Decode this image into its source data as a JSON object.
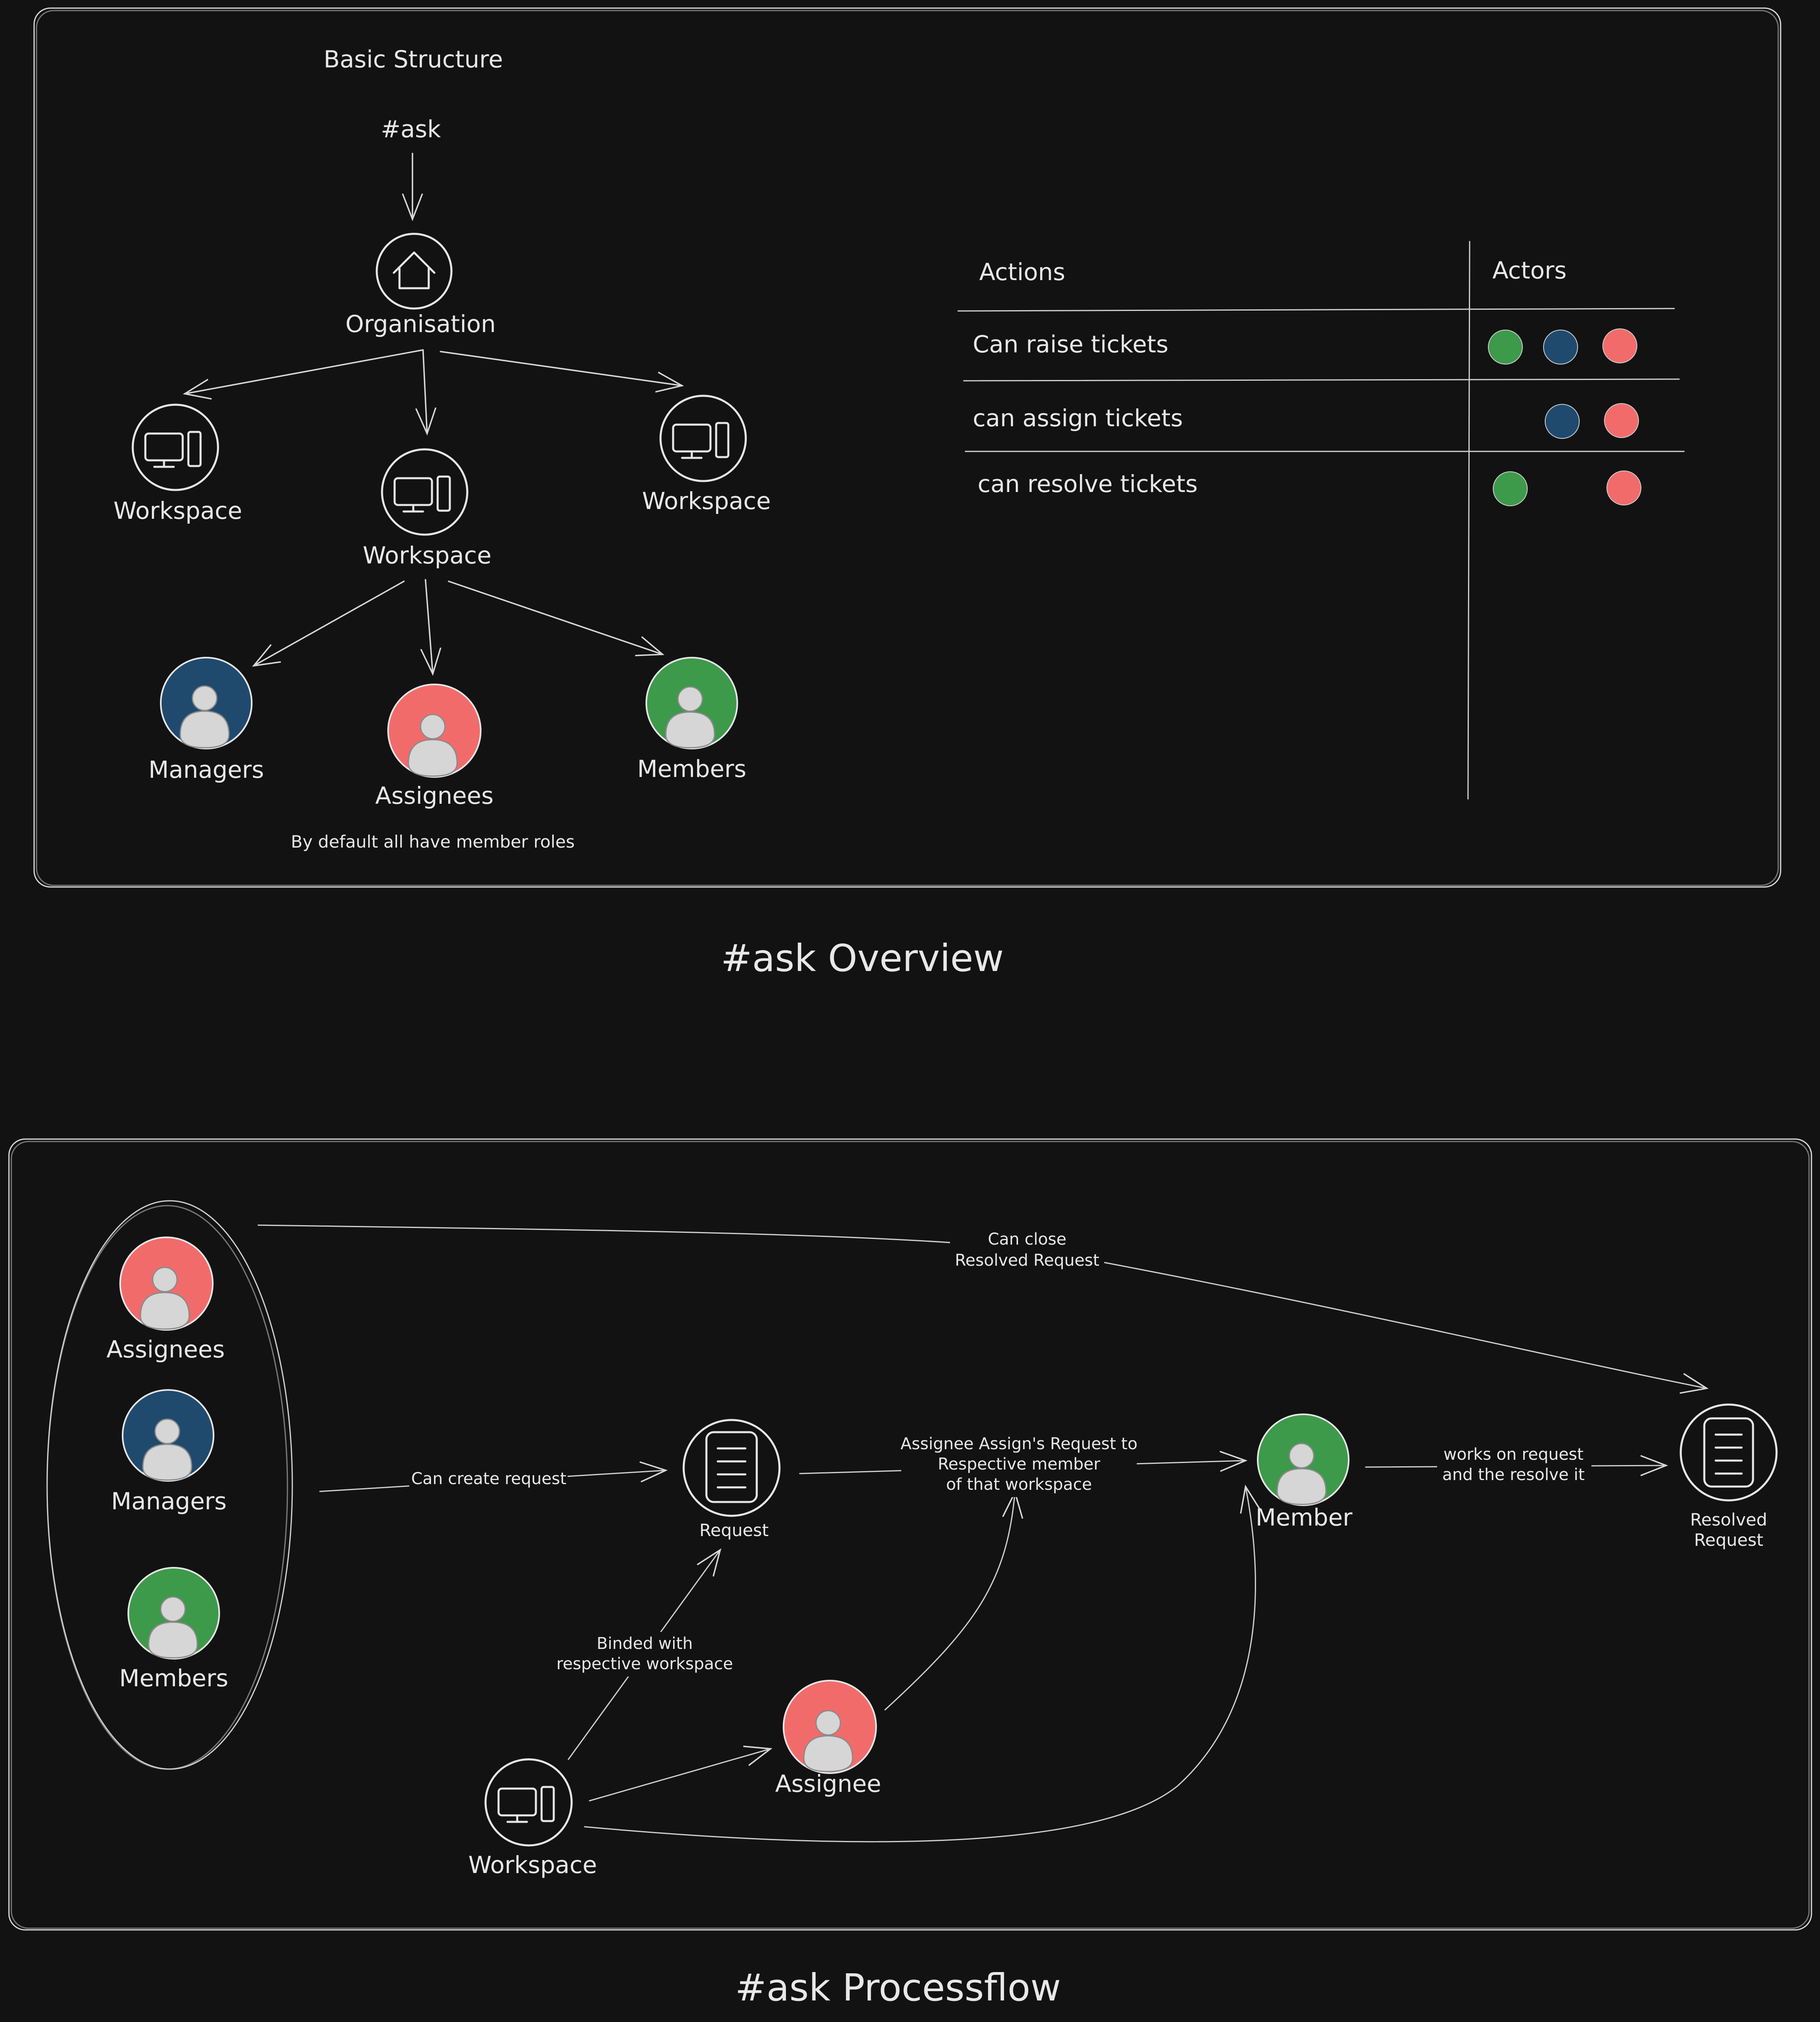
{
  "colors": {
    "background": "#121212",
    "stroke": "#e6e6e6",
    "manager": "#1f4a6e",
    "assignee": "#f26b6b",
    "member": "#3d9a4a"
  },
  "icons": {
    "organisation": "house-icon",
    "workspace": "computer-icon",
    "person": "person-icon",
    "document": "document-icon"
  },
  "overview": {
    "heading": "Basic Structure",
    "root": "#ask",
    "organisation": "Organisation",
    "workspace_left": "Workspace",
    "workspace_center": "Workspace",
    "workspace_right": "Workspace",
    "role_managers": "Managers",
    "role_assignees": "Assignees",
    "role_members": "Members",
    "note": "By default all have member roles",
    "caption": "#ask Overview",
    "table": {
      "col_actions": "Actions",
      "col_actors": "Actors",
      "rows": [
        {
          "action": "Can raise tickets",
          "actors": [
            "member",
            "manager",
            "assignee"
          ]
        },
        {
          "action": "can assign tickets",
          "actors": [
            "manager",
            "assignee"
          ]
        },
        {
          "action": "can resolve tickets",
          "actors": [
            "member",
            "assignee"
          ]
        }
      ]
    }
  },
  "processflow": {
    "group_assignees": "Assignees",
    "group_managers": "Managers",
    "group_members": "Members",
    "request": "Request",
    "workspace": "Workspace",
    "assignee": "Assignee",
    "member": "Member",
    "resolved_line1": "Resolved",
    "resolved_line2": "Request",
    "edge_create": "Can create request",
    "edge_close_line1": "Can close",
    "edge_close_line2": "Resolved Request",
    "edge_assign_line1": "Assignee Assign's Request to",
    "edge_assign_line2": "Respective member",
    "edge_assign_line3": "of that workspace",
    "edge_works_line1": "works on request",
    "edge_works_line2": "and the resolve it",
    "edge_binded_line1": "Binded with",
    "edge_binded_line2": "respective workspace",
    "caption": "#ask Processflow"
  }
}
